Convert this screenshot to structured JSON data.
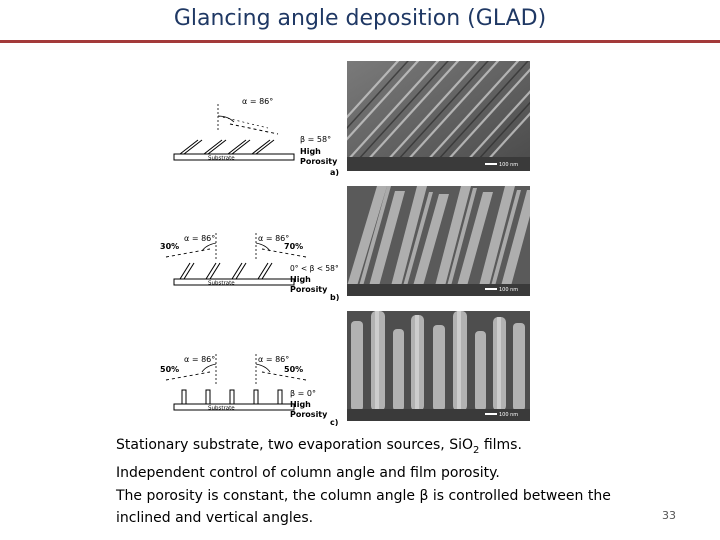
{
  "slide": {
    "title": "Glancing angle deposition (GLAD)",
    "page_number": "33",
    "caption": {
      "line1_pre": "Stationary substrate, two evaporation sources, SiO",
      "line1_sub": "2",
      "line1_post": " films.",
      "line2": "Independent control of column angle and film porosity.",
      "line3": "The porosity is constant, the column angle β is controlled between the",
      "line4": "inclined and vertical angles."
    }
  },
  "figure": {
    "panels": [
      {
        "letter": "a)",
        "alpha_left": "α = 86°",
        "beta": "β = 58°",
        "porosity_1": "High",
        "porosity_2": "Porosity",
        "substrate": "Substrate",
        "scale": "100 nm"
      },
      {
        "letter": "b)",
        "alpha_left": "α = 86°",
        "alpha_right": "α = 86°",
        "pct_left": "30%",
        "pct_right": "70%",
        "beta": "0° < β < 58°",
        "porosity_1": "High",
        "porosity_2": "Porosity",
        "substrate": "Substrate",
        "scale": "100 nm"
      },
      {
        "letter": "c)",
        "alpha_left": "α = 86°",
        "alpha_right": "α = 86°",
        "pct_left": "50%",
        "pct_right": "50%",
        "beta": "β = 0°",
        "porosity_1": "High",
        "porosity_2": "Porosity",
        "substrate": "Substrate",
        "scale": "100 nm"
      }
    ]
  }
}
